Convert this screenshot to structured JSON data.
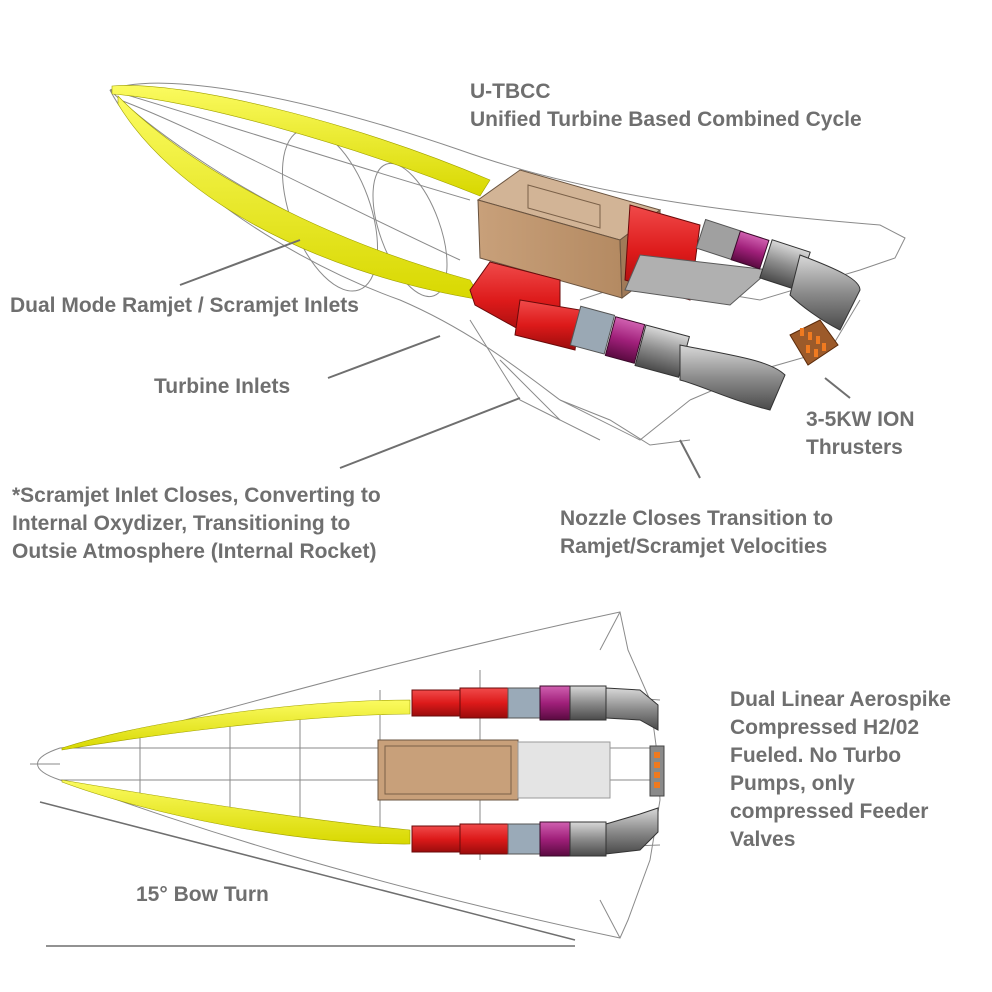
{
  "labels": {
    "utbcc": {
      "line1": "U-TBCC",
      "line2": "Unified Turbine Based Combined Cycle"
    },
    "ramjet_inlets": "Dual Mode Ramjet / Scramjet Inlets",
    "turbine_inlets": "Turbine Inlets",
    "scramjet_note": {
      "line1": "*Scramjet Inlet Closes, Converting to",
      "line2": "Internal Oxydizer, Transitioning to",
      "line3": "Outsie Atmosphere (Internal Rocket)"
    },
    "ion_thrusters": {
      "line1": "3-5KW ION",
      "line2": "Thrusters"
    },
    "nozzle": {
      "line1": "Nozzle Closes Transition to",
      "line2": "Ramjet/Scramjet Velocities"
    },
    "aerospike": {
      "line1": "Dual Linear Aerospike",
      "line2": "Compressed H2/02",
      "line3": "Fueled. No Turbo",
      "line4": "Pumps, only",
      "line5": "compressed Feeder",
      "line6": "Valves"
    },
    "bow_turn": "15° Bow Turn"
  },
  "colors": {
    "text": "#6f6f6f",
    "wireframe": "#8a8a8a",
    "inlet_yellow": "#f2f20a",
    "duct_red": "#dd1a1a",
    "tank_tan": "#b49a80",
    "turbine_magenta": "#a0207a",
    "nozzle_gray": "#8c8c8c",
    "ion_orange": "#f07a20",
    "compressor_blue": "#7aa0c0"
  }
}
